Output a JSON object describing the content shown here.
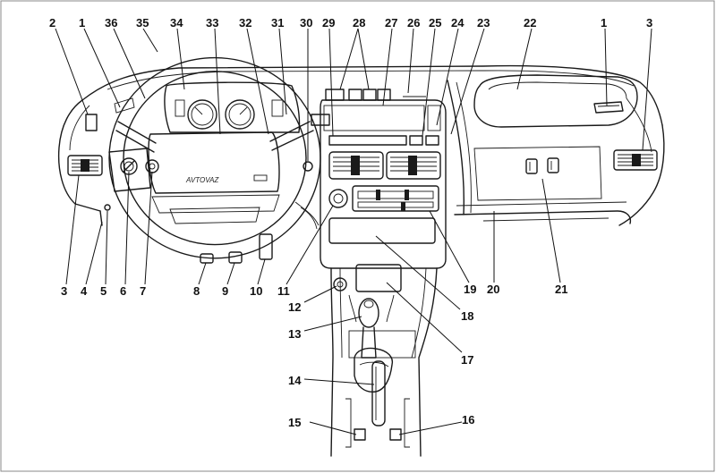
{
  "callouts": [
    {
      "id": "c2",
      "text": "2"
    },
    {
      "id": "c1a",
      "text": "1"
    },
    {
      "id": "c36",
      "text": "36"
    },
    {
      "id": "c35",
      "text": "35"
    },
    {
      "id": "c34",
      "text": "34"
    },
    {
      "id": "c33",
      "text": "33"
    },
    {
      "id": "c32",
      "text": "32"
    },
    {
      "id": "c31",
      "text": "31"
    },
    {
      "id": "c30",
      "text": "30"
    },
    {
      "id": "c29",
      "text": "29"
    },
    {
      "id": "c28",
      "text": "28"
    },
    {
      "id": "c27",
      "text": "27"
    },
    {
      "id": "c26",
      "text": "26"
    },
    {
      "id": "c25",
      "text": "25"
    },
    {
      "id": "c24",
      "text": "24"
    },
    {
      "id": "c23",
      "text": "23"
    },
    {
      "id": "c22",
      "text": "22"
    },
    {
      "id": "c1b",
      "text": "1"
    },
    {
      "id": "c3a",
      "text": "3"
    },
    {
      "id": "c3b",
      "text": "3"
    },
    {
      "id": "c4",
      "text": "4"
    },
    {
      "id": "c5",
      "text": "5"
    },
    {
      "id": "c6",
      "text": "6"
    },
    {
      "id": "c7",
      "text": "7"
    },
    {
      "id": "c8",
      "text": "8"
    },
    {
      "id": "c9",
      "text": "9"
    },
    {
      "id": "c10",
      "text": "10"
    },
    {
      "id": "c11",
      "text": "11"
    },
    {
      "id": "c19",
      "text": "19"
    },
    {
      "id": "c20",
      "text": "20"
    },
    {
      "id": "c21",
      "text": "21"
    },
    {
      "id": "c12",
      "text": "12"
    },
    {
      "id": "c18",
      "text": "18"
    },
    {
      "id": "c13",
      "text": "13"
    },
    {
      "id": "c17",
      "text": "17"
    },
    {
      "id": "c14",
      "text": "14"
    },
    {
      "id": "c15",
      "text": "15"
    },
    {
      "id": "c16",
      "text": "16"
    }
  ],
  "wheel_badge": "AVTOVAZ"
}
